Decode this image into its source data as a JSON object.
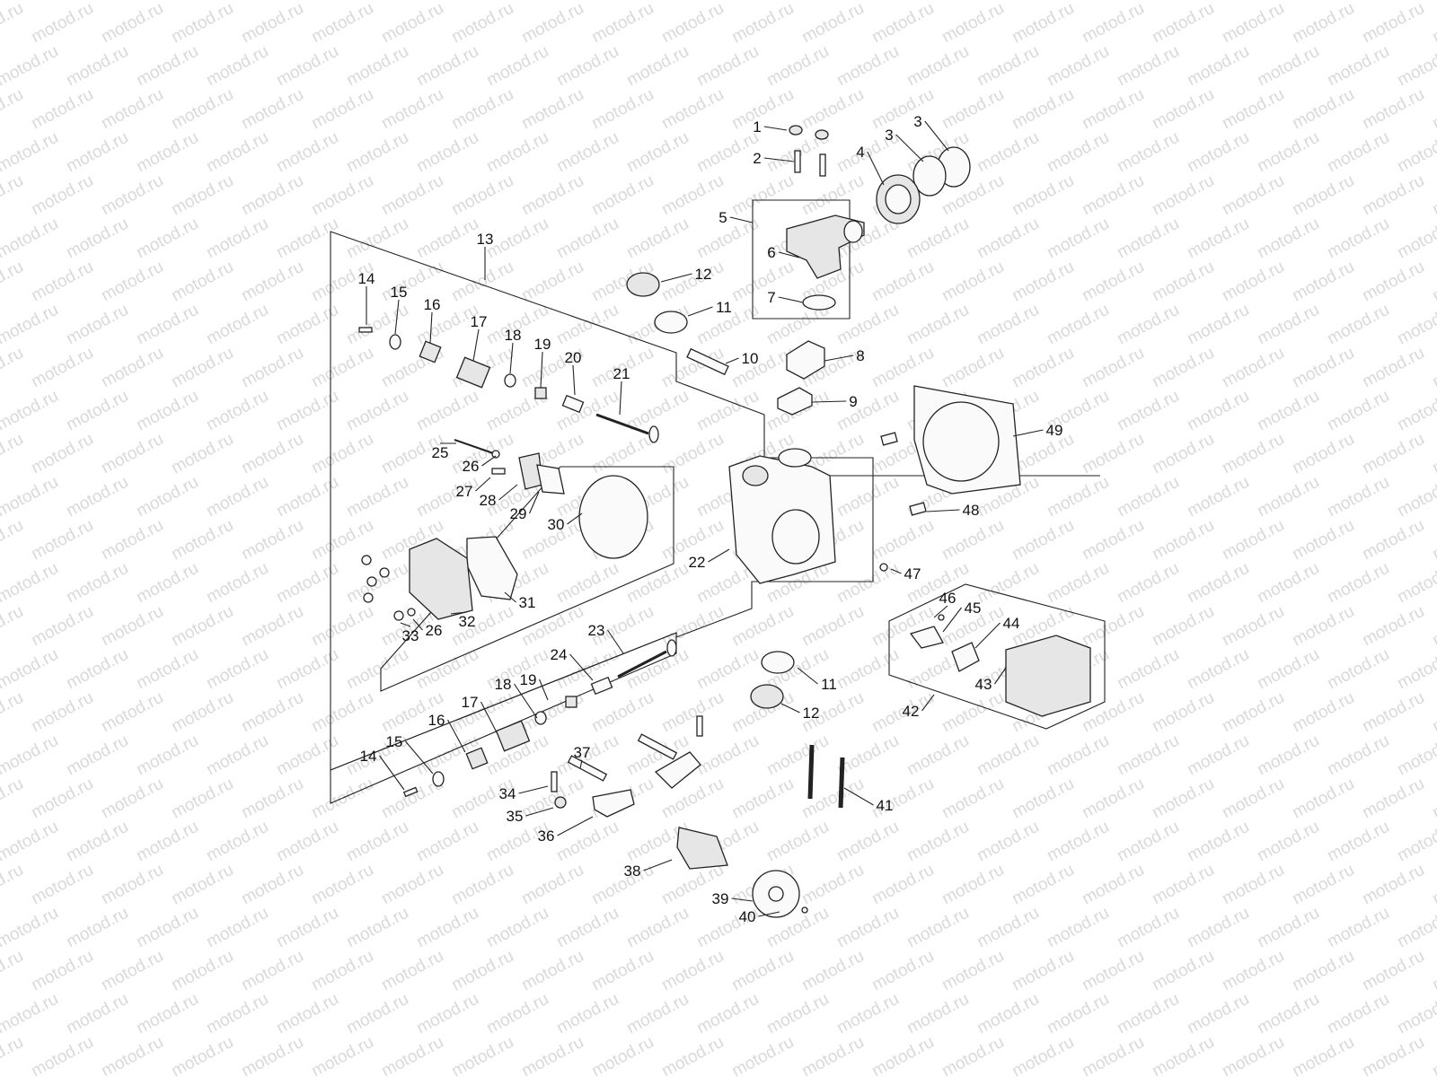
{
  "watermark": "motod.ru",
  "callouts": [
    "1",
    "2",
    "3",
    "3",
    "4",
    "5",
    "6",
    "7",
    "8",
    "9",
    "10",
    "11",
    "12",
    "13",
    "14",
    "15",
    "16",
    "17",
    "18",
    "19",
    "20",
    "21",
    "22",
    "25",
    "26",
    "27",
    "28",
    "29",
    "30",
    "31",
    "32",
    "33",
    "26",
    "23",
    "24",
    "19",
    "18",
    "17",
    "16",
    "15",
    "14",
    "11",
    "12",
    "37",
    "34",
    "35",
    "36",
    "38",
    "39",
    "40",
    "41",
    "42",
    "43",
    "44",
    "45",
    "46",
    "47",
    "48",
    "49"
  ]
}
